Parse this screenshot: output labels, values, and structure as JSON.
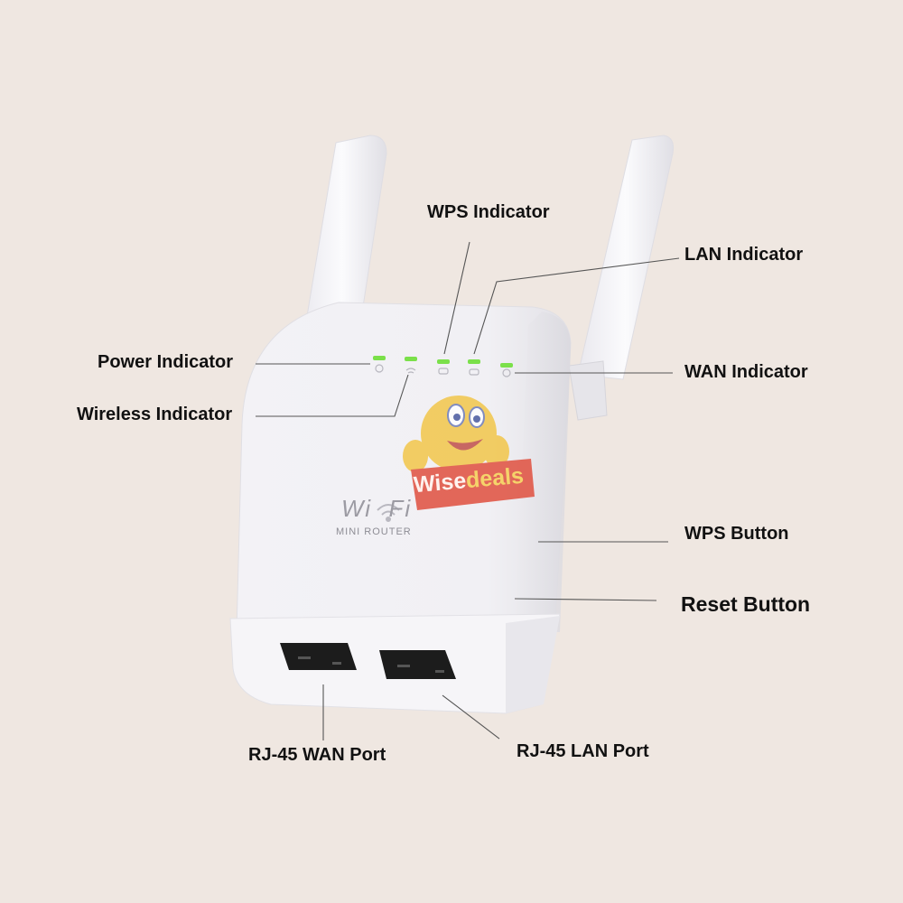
{
  "labels": {
    "wps_indicator": "WPS Indicator",
    "lan_indicator": "LAN Indicator",
    "power_indicator": "Power Indicator",
    "wan_indicator": "WAN Indicator",
    "wireless_indicator": "Wireless Indicator",
    "wps_button": "WPS Button",
    "reset_button": "Reset Button",
    "rj45_wan_port": "RJ-45 WAN Port",
    "rj45_lan_port": "RJ-45 LAN Port"
  },
  "device": {
    "logo_text": "Wi  Fi",
    "subtitle": "MINI ROUTER"
  },
  "watermark": {
    "text_a": "Wise",
    "text_b": "deals"
  },
  "colors": {
    "background": "#efe7e1",
    "led_green": "#7be04a",
    "device_white": "#f4f3f6",
    "port_black": "#1a1a1a",
    "watermark_red": "#e0503f",
    "watermark_yellow": "#f2c64a"
  }
}
